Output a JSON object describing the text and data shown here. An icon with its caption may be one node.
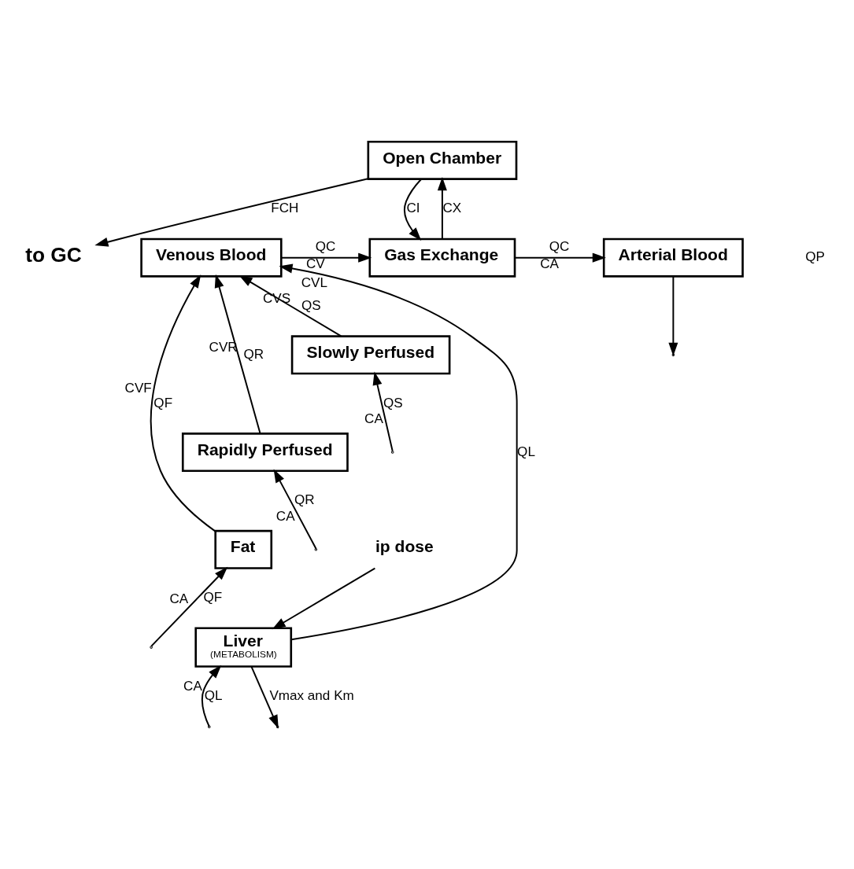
{
  "diagram": {
    "nodes": [
      {
        "text": [
          "Open Chamber"
        ]
      },
      {
        "text": [
          "to GC"
        ]
      },
      {
        "text": [
          "Venous Blood"
        ]
      },
      {
        "text": [
          "Gas Exchange"
        ]
      },
      {
        "text": [
          "Arterial Blood"
        ]
      },
      {
        "text": [
          "Slowly Perfused"
        ]
      },
      {
        "text": [
          "Rapidly Perfused"
        ]
      },
      {
        "text": [
          "Fat"
        ]
      },
      {
        "text": [
          "Liver",
          "(METABOLISM)"
        ]
      },
      {
        "text": [
          "ip dose"
        ]
      }
    ],
    "edges": [
      {
        "from": 0,
        "to": 1,
        "arrow": "to",
        "label": "FCH"
      },
      {
        "from": 0,
        "to": 3,
        "arrow": "to",
        "label": "CI"
      },
      {
        "from": 3,
        "to": 0,
        "arrow": "to",
        "label": "CX"
      },
      {
        "from": 2,
        "to": 3,
        "arrow": "to",
        "label": "QC"
      },
      {
        "from": 3,
        "to": 4,
        "arrow": "to",
        "label": "QC"
      },
      {
        "from": 4,
        "to": null,
        "arrow": "to"
      },
      {
        "from": null,
        "to": 5,
        "arrow": "to",
        "label": "QS"
      },
      {
        "from": 5,
        "to": 2,
        "arrow": "to",
        "label": "QS"
      },
      {
        "from": null,
        "to": 6,
        "arrow": "to",
        "label": "QR"
      },
      {
        "from": 6,
        "to": 2,
        "arrow": "to",
        "label": "QR"
      },
      {
        "from": null,
        "to": 7,
        "arrow": "to",
        "label": "QF"
      },
      {
        "from": 7,
        "to": 2,
        "arrow": "to",
        "label": "QF"
      },
      {
        "from": null,
        "to": 8,
        "arrow": "to",
        "label": "QL"
      },
      {
        "from": 8,
        "to": 2,
        "arrow": "to",
        "label": "QL"
      },
      {
        "from": 8,
        "to": null,
        "arrow": "to",
        "label": "Vmax and Km"
      },
      {
        "from": 9,
        "to": 8,
        "arrow": "to"
      }
    ],
    "labels": [
      "QP",
      "CV",
      "CA",
      "CVS",
      "CA",
      "CVR",
      "CA",
      "CVF",
      "CA",
      "CVL",
      "CA"
    ]
  }
}
